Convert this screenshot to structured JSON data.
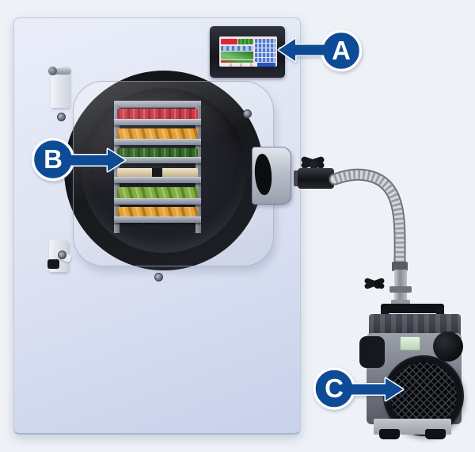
{
  "callouts": [
    {
      "letter": "A",
      "points_to": "touchscreen-control-panel"
    },
    {
      "letter": "B",
      "points_to": "food-trays-in-chamber"
    },
    {
      "letter": "C",
      "points_to": "vacuum-pump"
    }
  ],
  "colors": {
    "background": "#eef2f7",
    "callout_blue": "#0d4b96",
    "callout_outline": "#ffffff",
    "machine_body": "#dfe4f3",
    "chamber_dark": "#15161b",
    "tray_metal": "#9aa0ae",
    "screen_red": "#d8293a",
    "screen_green": "#45a93c",
    "screen_panel_blue": "#a9c9f2",
    "screen_button_blue": "#2456c8",
    "hose_metal": "#d4d4da",
    "pump_gray": "#80858f"
  },
  "trays": [
    {
      "name": "red-berries",
      "color": "#c92534"
    },
    {
      "name": "orange-fruit-pieces",
      "color": "#e79a22"
    },
    {
      "name": "green-beans",
      "color": "#2e661f"
    },
    {
      "name": "bread-slices",
      "color": "#ecd8a9"
    },
    {
      "name": "green-pepper-pieces",
      "color": "#7fae3a"
    },
    {
      "name": "orange-slices",
      "color": "#e9a02d"
    }
  ]
}
